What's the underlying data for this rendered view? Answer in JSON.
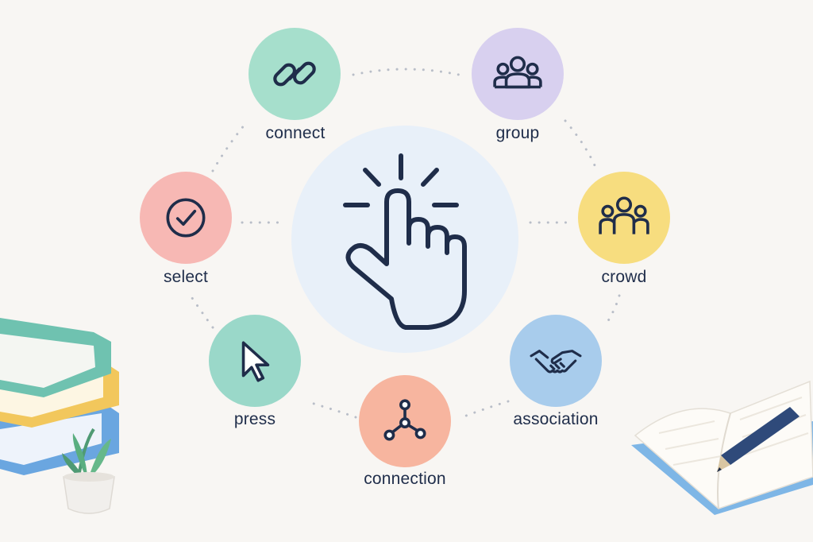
{
  "center": {
    "icon": "tap-hand-icon",
    "color": "#e8f0f9"
  },
  "nodes": [
    {
      "id": "connect",
      "label": "connect",
      "icon": "link-icon",
      "color": "#a6dfcc"
    },
    {
      "id": "group",
      "label": "group",
      "icon": "group-icon",
      "color": "#d8d0ef"
    },
    {
      "id": "select",
      "label": "select",
      "icon": "checkmark-icon",
      "color": "#f7b8b4"
    },
    {
      "id": "crowd",
      "label": "crowd",
      "icon": "crowd-icon",
      "color": "#f7dd7f"
    },
    {
      "id": "press",
      "label": "press",
      "icon": "cursor-icon",
      "color": "#9ad8c9"
    },
    {
      "id": "association",
      "label": "association",
      "icon": "handshake-icon",
      "color": "#a8ccec"
    },
    {
      "id": "connection",
      "label": "connection",
      "icon": "network-node-icon",
      "color": "#f7b59f"
    }
  ],
  "line_color": "#b9bec8",
  "ink_color": "#1f2d4a"
}
